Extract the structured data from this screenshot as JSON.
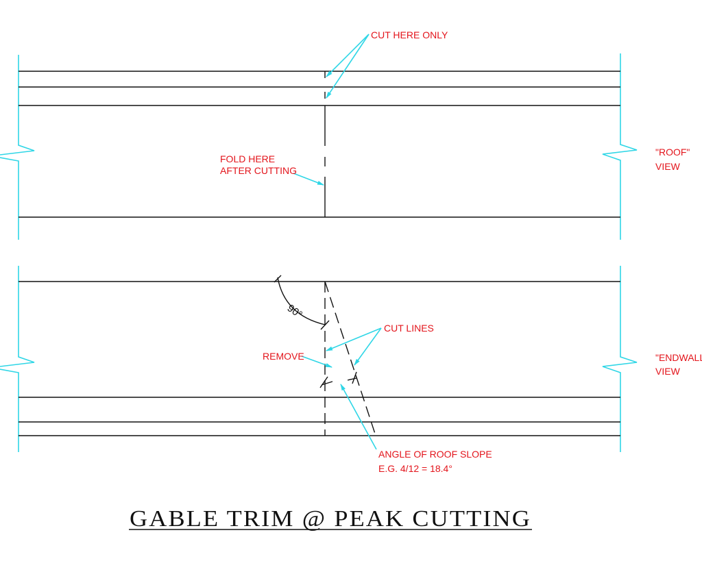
{
  "title": "GABLE TRIM @ PEAK CUTTING",
  "colors": {
    "annotation_text": "#e3141b",
    "leader_lines": "#2fd6e6",
    "linework": "#111111"
  },
  "roof_view": {
    "label_line1": "\"ROOF\"",
    "label_line2": "VIEW",
    "cut_note": "CUT HERE ONLY",
    "fold_note_line1": "FOLD HERE",
    "fold_note_line2": "AFTER CUTTING"
  },
  "endwall_view": {
    "label_line1": "\"ENDWALL\"",
    "label_line2": "VIEW",
    "angle_dim": "90°",
    "cut_lines_note": "CUT LINES",
    "remove_note": "REMOVE",
    "slope_note_line1": "ANGLE OF ROOF SLOPE",
    "slope_note_line2": "E.G. 4/12 = 18.4°"
  }
}
